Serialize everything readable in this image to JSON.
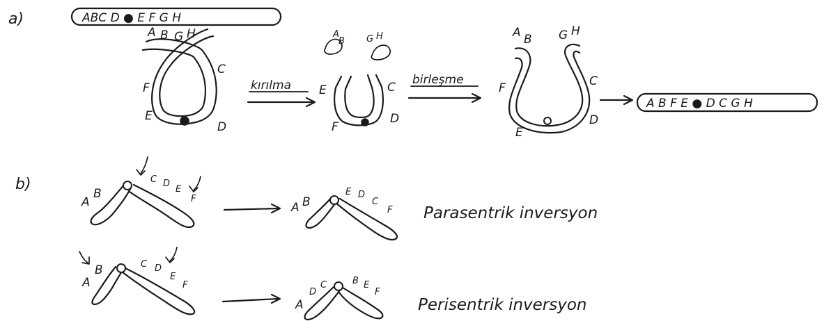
{
  "labels": {
    "panel_a": "a)",
    "panel_b": "b)",
    "chr_top_left": "ABC D ● E F G H",
    "chr_top_right": "A B F E ● D C G H",
    "kirilma": "kırılma",
    "birlesme": "birleşme",
    "parasentrik": "Parasentrik inversyon",
    "perisentrik": "Perisentrik inversyon"
  },
  "letters": {
    "loop": [
      "A",
      "B",
      "G",
      "H",
      "F",
      "C",
      "E",
      "D"
    ],
    "broken_ends": [
      "A",
      "B",
      "G",
      "H"
    ],
    "broken_u": [
      "E",
      "C",
      "F",
      "D"
    ],
    "rejoined_u": [
      "A",
      "B",
      "G",
      "H",
      "F",
      "C",
      "E",
      "D"
    ],
    "para_before": [
      "A",
      "B",
      "C",
      "D",
      "E",
      "F"
    ],
    "para_after": [
      "A",
      "B",
      "E",
      "D",
      "C",
      "F"
    ],
    "peri_before": [
      "A",
      "B",
      "C",
      "D",
      "E",
      "F"
    ],
    "peri_after": [
      "A",
      "D",
      "C",
      "B",
      "E",
      "F"
    ]
  },
  "colors": {
    "ink": "#1a1a1a",
    "paper": "#ffffff"
  }
}
